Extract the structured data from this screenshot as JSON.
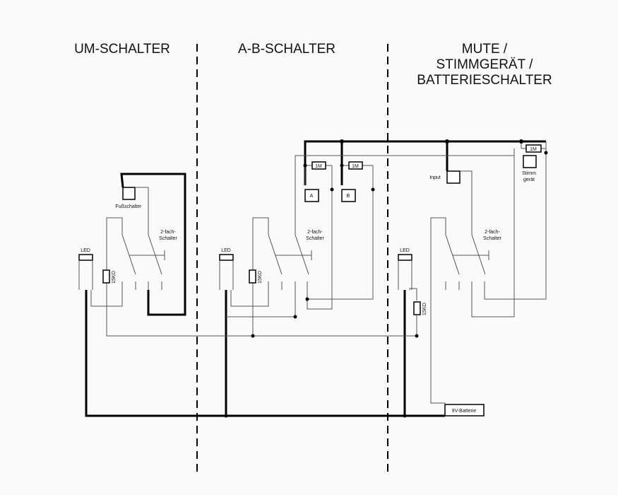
{
  "sections": {
    "um": "UM-SCHALTER",
    "ab": "A-B-SCHALTER",
    "mute_l1": "MUTE /",
    "mute_l2": "STIMMGERÄT /",
    "mute_l3": "BATTERIESCHALTER"
  },
  "labels": {
    "fussschalter": "Fußschalter",
    "twofach_l1": "2-fach-",
    "twofach_l2": "Schalter",
    "led": "LED",
    "resistor_15k": "15KO",
    "resistor_1m": "1M",
    "jack_a": "A",
    "jack_b": "B",
    "input": "Input",
    "stimm_l1": "Stimm",
    "stimm_l2": "gerät",
    "battery": "9V-Batterie"
  }
}
